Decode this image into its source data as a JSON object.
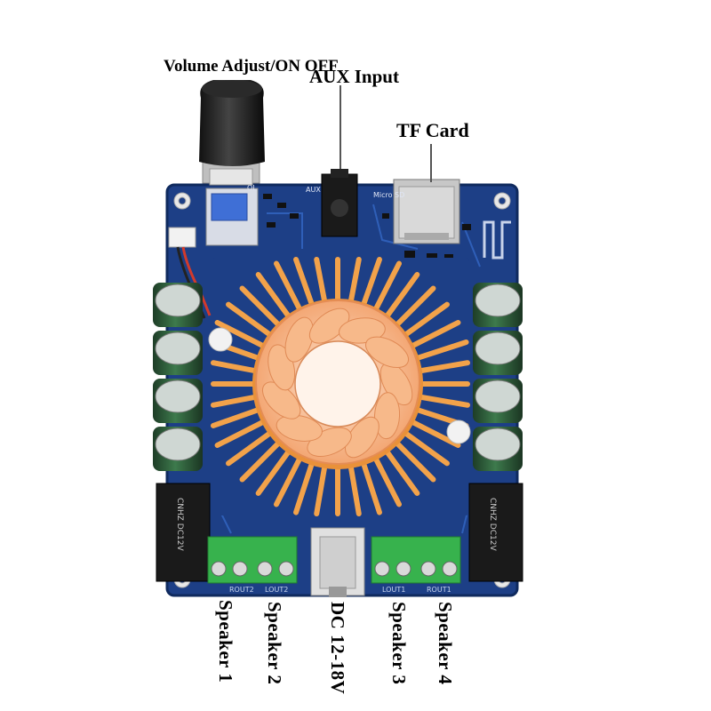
{
  "labels": {
    "volume": "Volume Adjust/ON OFF",
    "aux": "AUX Input",
    "tf": "TF Card",
    "speaker1": "Speaker 1",
    "speaker2": "Speaker 2",
    "dc": "DC 12-18V",
    "speaker3": "Speaker 3",
    "speaker4": "Speaker 4"
  },
  "colors": {
    "pcb": "#1d3f86",
    "pcb_edge": "#0f2a5e",
    "heatsink": "#f2a24a",
    "fan": "#f7b98a",
    "terminal": "#37b24d",
    "capacitor": "#2f5a3a"
  }
}
